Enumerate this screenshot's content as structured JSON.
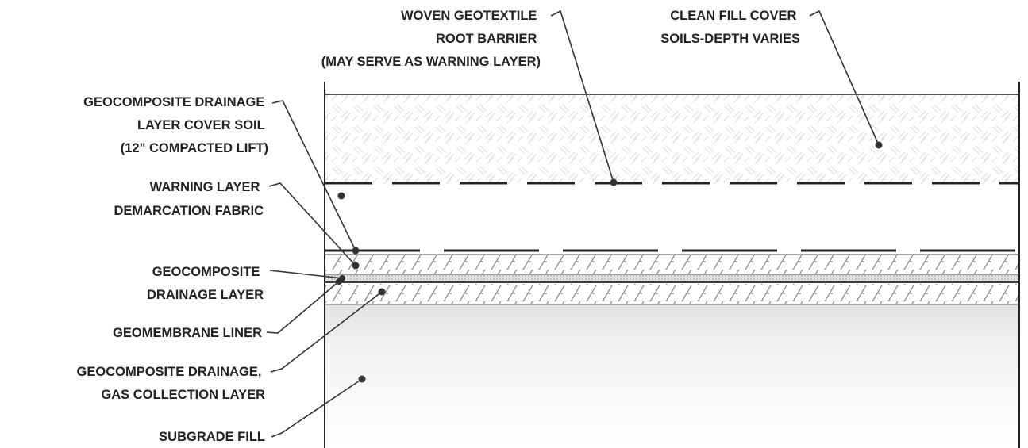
{
  "labels": {
    "woven_geotextile": [
      "WOVEN GEOTEXTILE",
      "ROOT BARRIER",
      "(MAY SERVE AS WARNING LAYER)"
    ],
    "clean_fill_cover": [
      "CLEAN FILL COVER",
      "SOILS-DEPTH VARIES"
    ],
    "geocomposite_cover_soil": [
      "GEOCOMPOSITE DRAINAGE",
      "LAYER COVER SOIL",
      "(12\" COMPACTED LIFT)"
    ],
    "warning_layer": [
      "WARNING LAYER",
      "DEMARCATION FABRIC"
    ],
    "geocomposite_drainage": [
      "GEOCOMPOSITE",
      "DRAINAGE LAYER"
    ],
    "geomembrane_liner": [
      "GEOMEMBRANE LINER"
    ],
    "gas_collection": [
      "GEOCOMPOSITE DRAINAGE,",
      "GAS COLLECTION LAYER"
    ],
    "subgrade_fill": [
      "SUBGRADE FILL"
    ]
  },
  "colors": {
    "line": "#222222",
    "hatch": "#9a9a9a",
    "fill_pattern": "#e0e0e0",
    "subgrade_shade": "#e6e6e6"
  }
}
